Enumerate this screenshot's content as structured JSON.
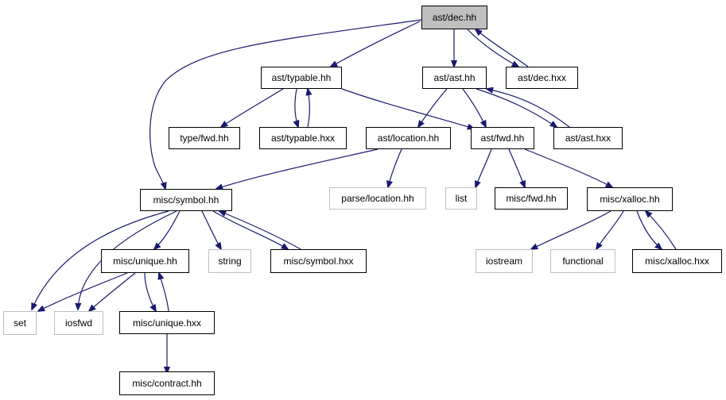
{
  "nodes": {
    "ast_dec_hh": "ast/dec.hh",
    "ast_typable_hh": "ast/typable.hh",
    "ast_ast_hh": "ast/ast.hh",
    "ast_dec_hxx": "ast/dec.hxx",
    "type_fwd_hh": "type/fwd.hh",
    "ast_typable_hxx": "ast/typable.hxx",
    "ast_location_hh": "ast/location.hh",
    "ast_fwd_hh": "ast/fwd.hh",
    "ast_ast_hxx": "ast/ast.hxx",
    "misc_symbol_hh": "misc/symbol.hh",
    "parse_location_hh": "parse/location.hh",
    "list": "list",
    "misc_fwd_hh": "misc/fwd.hh",
    "misc_xalloc_hh": "misc/xalloc.hh",
    "misc_unique_hh": "misc/unique.hh",
    "string": "string",
    "misc_symbol_hxx": "misc/symbol.hxx",
    "iostream": "iostream",
    "functional": "functional",
    "misc_xalloc_hxx": "misc/xalloc.hxx",
    "set": "set",
    "iosfwd": "iosfwd",
    "misc_unique_hxx": "misc/unique.hxx",
    "misc_contract_hh": "misc/contract.hh"
  },
  "colors": {
    "edge": "#191970",
    "root_fill": "#bfbfbf",
    "node_border": "#000000",
    "external_border": "#bfbfbf"
  }
}
